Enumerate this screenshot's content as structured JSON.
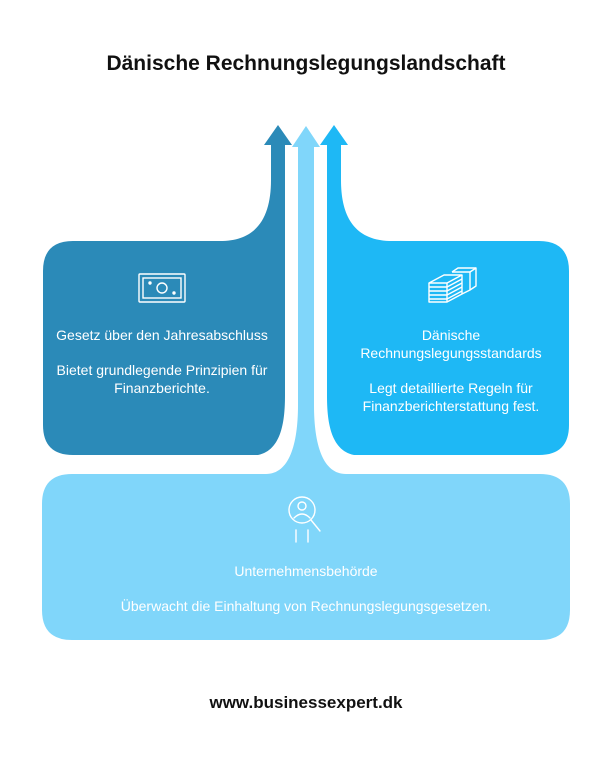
{
  "title": "Dänische Rechnungslegungslandschaft",
  "colors": {
    "left": "#2b8ab8",
    "right": "#1eb8f5",
    "bottom": "#80d6fa",
    "text": "#ffffff"
  },
  "cards": {
    "left": {
      "icon": "banknote-icon",
      "heading": "Gesetz über den Jahresabschluss",
      "description": "Bietet grundlegende Prinzipien für Finanzberichte."
    },
    "right": {
      "icon": "money-stack-icon",
      "heading": "Dänische Rechnungslegungsstandards",
      "description": "Legt detaillierte Regeln für Finanzberichterstattung fest."
    },
    "bottom": {
      "icon": "magnifier-person-icon",
      "heading": "Unternehmensbehörde",
      "description": "Überwacht die Einhaltung von Rechnungslegungsgesetzen."
    }
  },
  "footer": "www.businessexpert.dk"
}
